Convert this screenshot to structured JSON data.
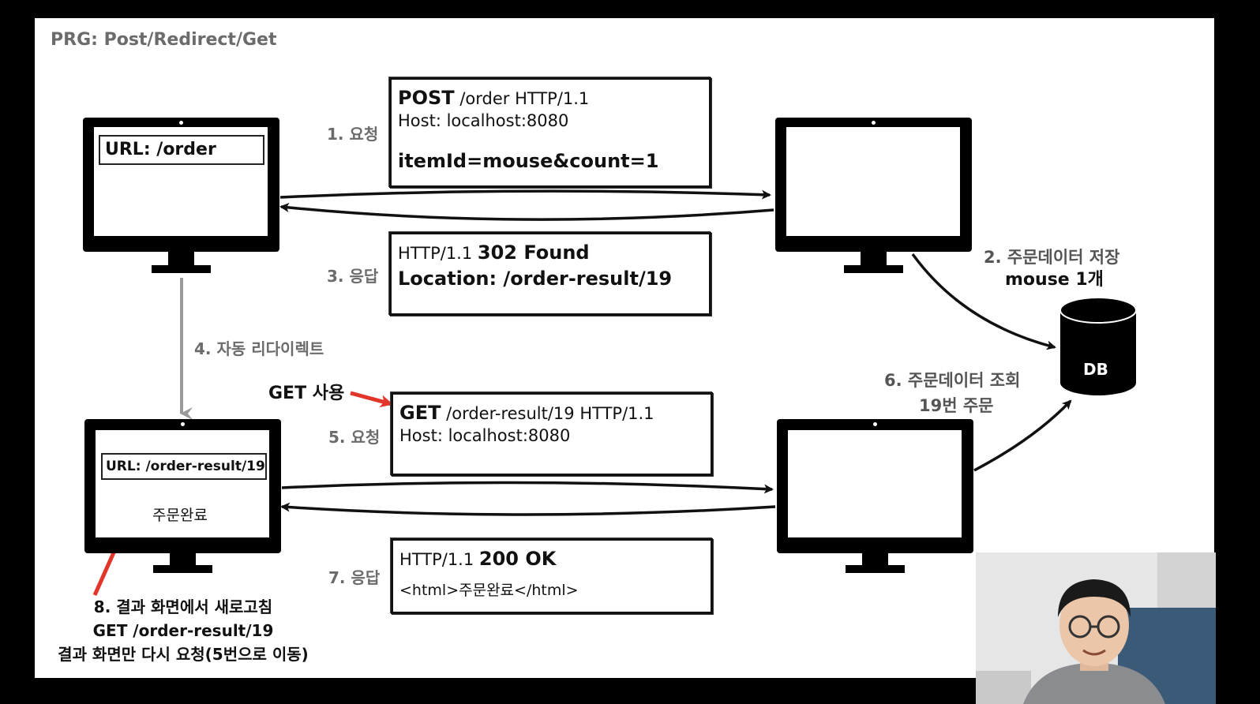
{
  "slide": {
    "title": "PRG: Post/Redirect/Get"
  },
  "steps": {
    "s1": "1. 요청",
    "s3": "3. 응답",
    "s4": "4. 자동 리다이렉트",
    "s5": "5. 요청",
    "s7": "7. 응답"
  },
  "notes": {
    "save_line1": "2. 주문데이터 저장",
    "save_line2": "mouse 1개",
    "query_line1": "6. 주문데이터 조회",
    "query_line2": "19번 주문",
    "get_use": "GET 사용",
    "refresh_line1": "8. 결과 화면에서 새로고침",
    "refresh_line2": "GET /order-result/19",
    "refresh_line3": "결과 화면만 다시 요청(5번으로 이동)"
  },
  "messages": {
    "post": {
      "method": "POST",
      "path": " /order HTTP/1.1",
      "host": "Host: localhost:8080",
      "body": "itemId=mouse&count=1"
    },
    "redirect": {
      "version": "HTTP/1.1 ",
      "status": "302 Found",
      "location": "Location: /order-result/19"
    },
    "get": {
      "method": "GET",
      "path": " /order-result/19 HTTP/1.1",
      "host": "Host: localhost:8080"
    },
    "ok": {
      "version": "HTTP/1.1 ",
      "status": "200 OK",
      "body": "<html>주문완료</html>"
    }
  },
  "clients": {
    "top_url": "URL: /order",
    "bottom_url": "URL: /order-result/19",
    "bottom_content": "주문완료"
  },
  "db": {
    "label": "DB"
  },
  "colors": {
    "accent_red": "#e2362a",
    "gray_arrow": "#9a9a9a",
    "text_gray": "#6b6b6b"
  }
}
